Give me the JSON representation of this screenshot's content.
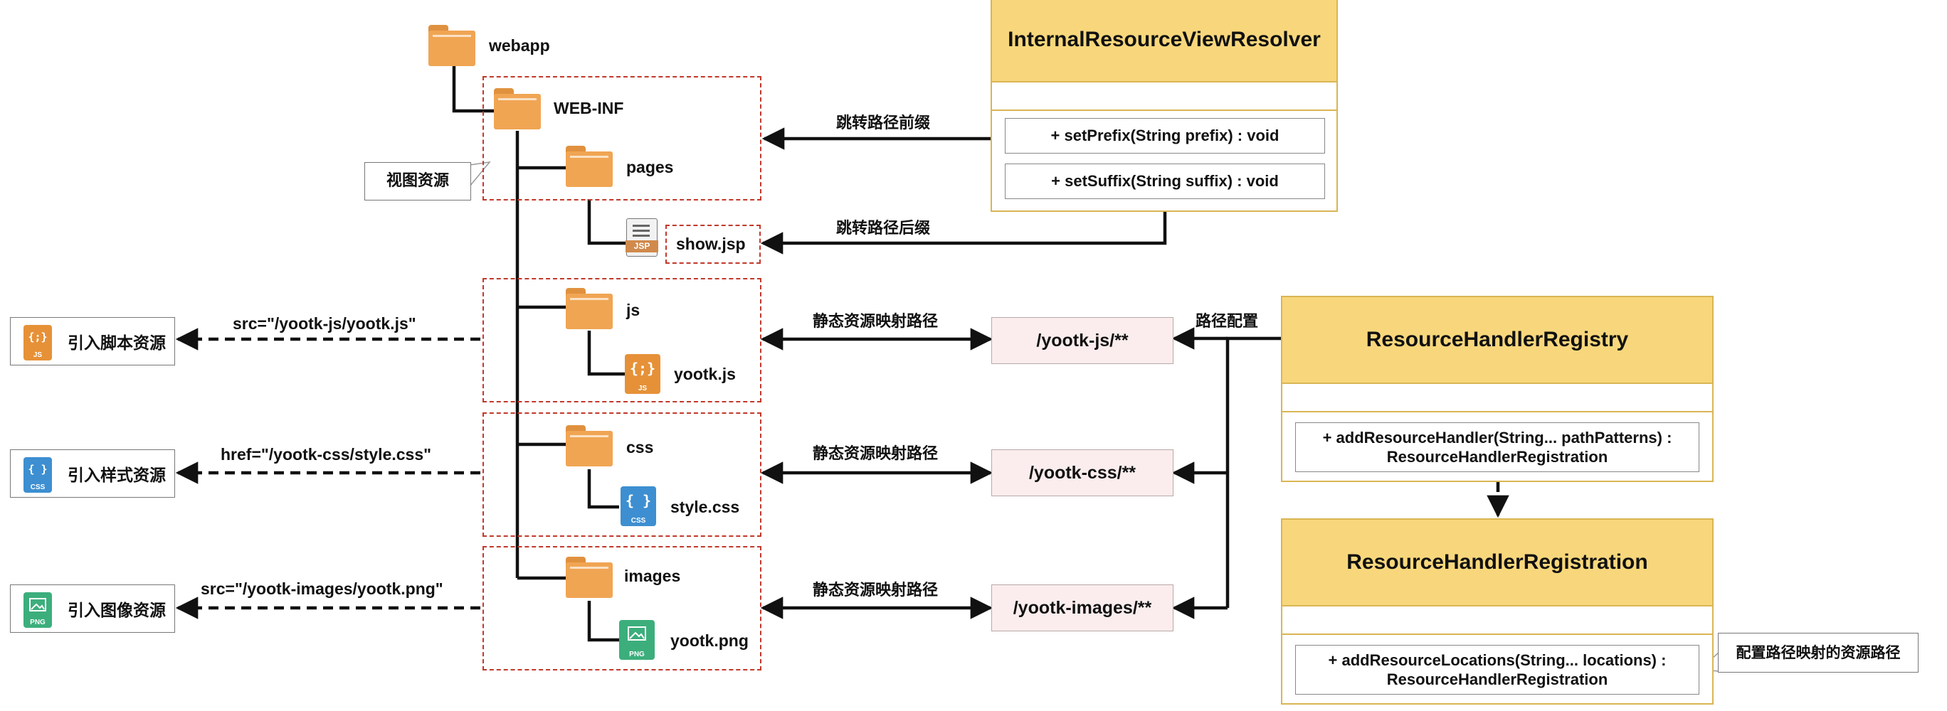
{
  "tree": {
    "webapp": "webapp",
    "webinf": "WEB-INF",
    "pages": "pages",
    "show": "show.jsp",
    "js": "js",
    "yootk_js": "yootk.js",
    "css": "css",
    "style_css": "style.css",
    "images": "images",
    "yootk_png": "yootk.png"
  },
  "callout_view": "视图资源",
  "arrows": {
    "prefix": "跳转路径前缀",
    "suffix": "跳转路径后缀",
    "static_js": "静态资源映射路径",
    "static_css": "静态资源映射路径",
    "static_img": "静态资源映射路径",
    "path_config": "路径配置"
  },
  "left": {
    "script_label": "引入脚本资源",
    "script_src": "src=\"/yootk-js/yootk.js\"",
    "style_label": "引入样式资源",
    "style_src": "href=\"/yootk-css/style.css\"",
    "image_label": "引入图像资源",
    "image_src": "src=\"/yootk-images/yootk.png\""
  },
  "icons": {
    "jsp_text": "JSP",
    "js_glyph": "{;}",
    "js_text": "JS",
    "css_glyph": "{ }",
    "css_text": "CSS",
    "png_text": "PNG"
  },
  "patterns": {
    "js": "/yootk-js/**",
    "css": "/yootk-css/**",
    "images": "/yootk-images/**"
  },
  "classes": {
    "viewresolver": {
      "name": "InternalResourceViewResolver",
      "m1": "+ setPrefix(String prefix) : void",
      "m2": "+ setSuffix(String suffix) : void"
    },
    "registry": {
      "name": "ResourceHandlerRegistry",
      "m1a": "+ addResourceHandler(String... pathPatterns) :",
      "m1b": "ResourceHandlerRegistration"
    },
    "registration": {
      "name": "ResourceHandlerRegistration",
      "m1a": "+ addResourceLocations(String... locations) :",
      "m1b": "ResourceHandlerRegistration"
    }
  },
  "callout_locations": "配置路径映射的资源路径",
  "colors": {
    "folder": "#f0a553",
    "dashed_border": "#c0392b",
    "uml_header": "#f8d77c",
    "uml_border": "#d9b554",
    "pattern_box": "#fbeded",
    "js_icon": "#e69138",
    "css_icon": "#3d8fd1",
    "png_icon": "#3cae7c"
  }
}
